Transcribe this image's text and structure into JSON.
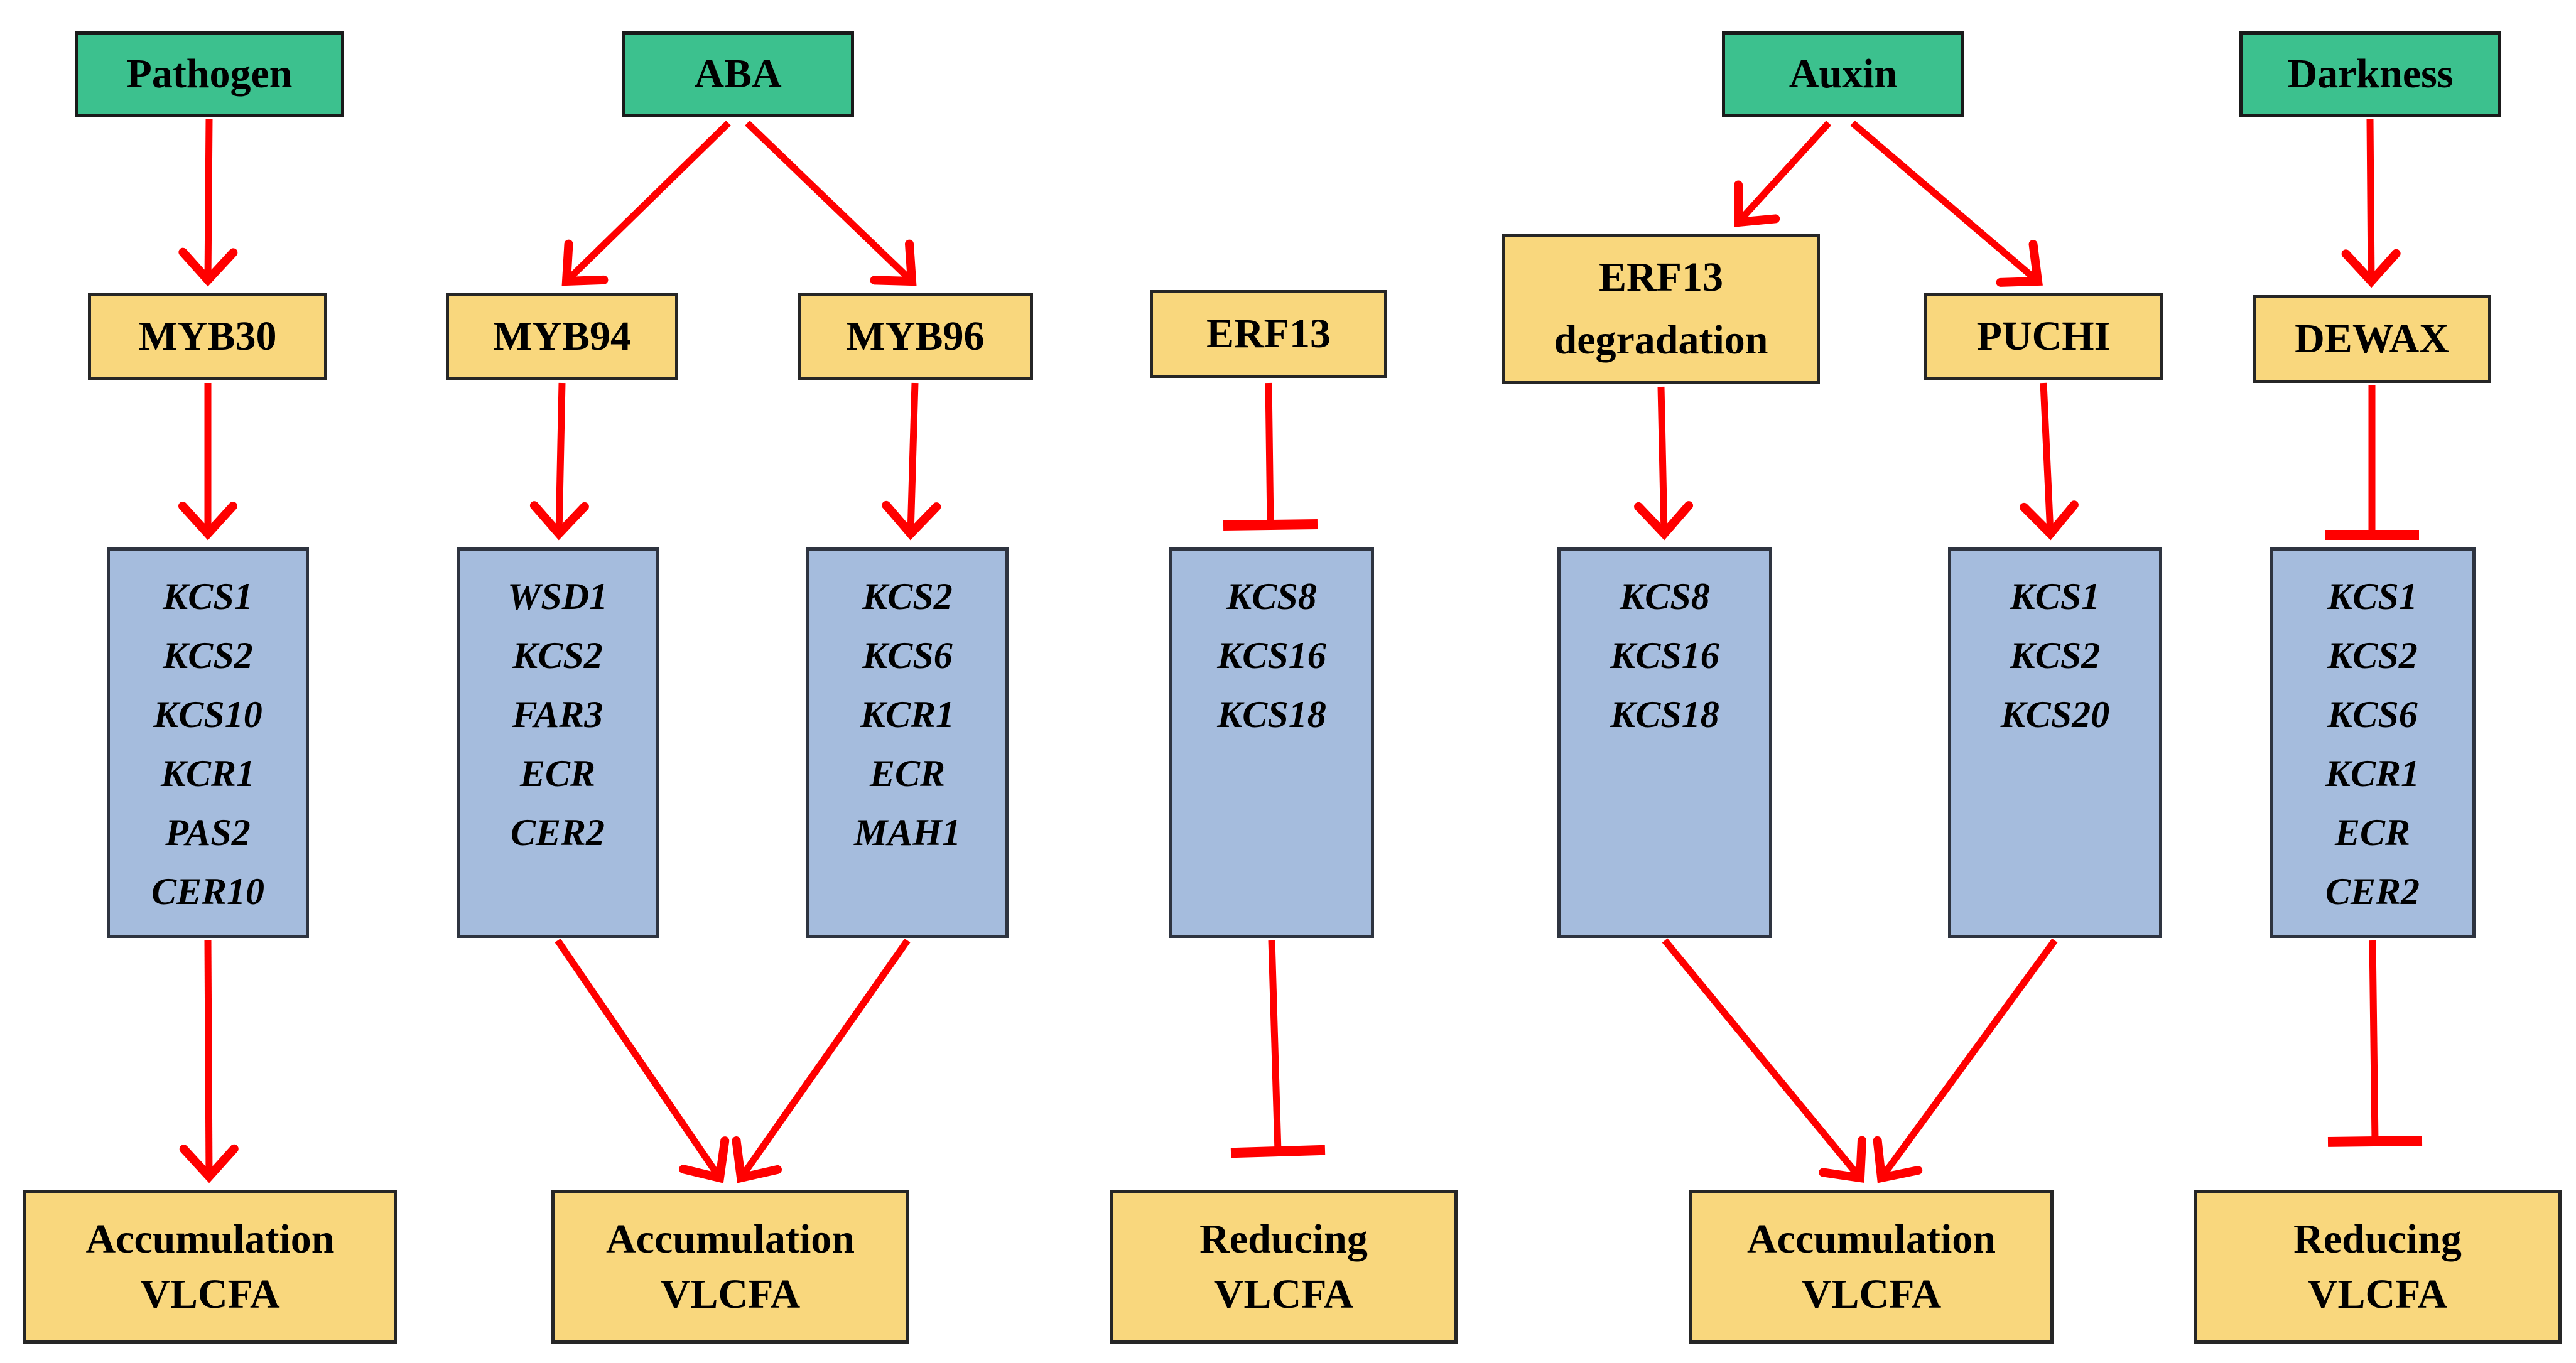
{
  "colors": {
    "stimulus_bg": "#3cc18e",
    "stimulus_border": "#1a1a1a",
    "factor_bg": "#f9d77d",
    "factor_border": "#262626",
    "genes_bg": "#a5bcdd",
    "genes_border": "#2e3440",
    "arrow": "#ff0000",
    "text": "#000000"
  },
  "nodes": {
    "pathogen": {
      "label": "Pathogen"
    },
    "aba": {
      "label": "ABA"
    },
    "auxin": {
      "label": "Auxin"
    },
    "darkness": {
      "label": "Darkness"
    },
    "myb30": {
      "label": "MYB30"
    },
    "myb94": {
      "label": "MYB94"
    },
    "myb96": {
      "label": "MYB96"
    },
    "erf13": {
      "label": "ERF13"
    },
    "erf13deg": {
      "line1": "ERF13",
      "line2": "degradation"
    },
    "puchi": {
      "label": "PUCHI"
    },
    "dewax": {
      "label": "DEWAX"
    },
    "genes_myb30": {
      "items": [
        "KCS1",
        "KCS2",
        "KCS10",
        "KCR1",
        "PAS2",
        "CER10"
      ]
    },
    "genes_myb94": {
      "items": [
        "WSD1",
        "KCS2",
        "FAR3",
        "ECR",
        "CER2"
      ]
    },
    "genes_myb96": {
      "items": [
        "KCS2",
        "KCS6",
        "KCR1",
        "ECR",
        "MAH1"
      ]
    },
    "genes_erf13": {
      "items": [
        "KCS8",
        "KCS16",
        "KCS18"
      ]
    },
    "genes_erf13deg": {
      "items": [
        "KCS8",
        "KCS16",
        "KCS18"
      ]
    },
    "genes_puchi": {
      "items": [
        "KCS1",
        "KCS2",
        "KCS20"
      ]
    },
    "genes_dewax": {
      "items": [
        "KCS1",
        "KCS2",
        "KCS6",
        "KCR1",
        "ECR",
        "CER2"
      ]
    },
    "out_pathogen": {
      "line1": "Accumulation",
      "line2": "VLCFA"
    },
    "out_aba": {
      "line1": "Accumulation",
      "line2": "VLCFA"
    },
    "out_erf13": {
      "line1": "Reducing",
      "line2": "VLCFA"
    },
    "out_auxin": {
      "line1": "Accumulation",
      "line2": "VLCFA"
    },
    "out_darkness": {
      "line1": "Reducing",
      "line2": "VLCFA"
    }
  },
  "edges": [
    {
      "from": "pathogen",
      "to": "myb30",
      "type": "activates"
    },
    {
      "from": "aba",
      "to": "myb94",
      "type": "activates"
    },
    {
      "from": "aba",
      "to": "myb96",
      "type": "activates"
    },
    {
      "from": "auxin",
      "to": "erf13deg",
      "type": "activates"
    },
    {
      "from": "auxin",
      "to": "puchi",
      "type": "activates"
    },
    {
      "from": "darkness",
      "to": "dewax",
      "type": "activates"
    },
    {
      "from": "myb30",
      "to": "genes_myb30",
      "type": "activates"
    },
    {
      "from": "myb94",
      "to": "genes_myb94",
      "type": "activates"
    },
    {
      "from": "myb96",
      "to": "genes_myb96",
      "type": "activates"
    },
    {
      "from": "erf13",
      "to": "genes_erf13",
      "type": "inhibits"
    },
    {
      "from": "erf13deg",
      "to": "genes_erf13deg",
      "type": "activates"
    },
    {
      "from": "puchi",
      "to": "genes_puchi",
      "type": "activates"
    },
    {
      "from": "dewax",
      "to": "genes_dewax",
      "type": "inhibits"
    },
    {
      "from": "genes_myb30",
      "to": "out_pathogen",
      "type": "activates"
    },
    {
      "from": "genes_myb94",
      "to": "out_aba",
      "type": "activates"
    },
    {
      "from": "genes_myb96",
      "to": "out_aba",
      "type": "activates"
    },
    {
      "from": "genes_erf13",
      "to": "out_erf13",
      "type": "inhibits"
    },
    {
      "from": "genes_erf13deg",
      "to": "out_auxin",
      "type": "activates"
    },
    {
      "from": "genes_puchi",
      "to": "out_auxin",
      "type": "activates"
    },
    {
      "from": "genes_dewax",
      "to": "out_darkness",
      "type": "inhibits"
    }
  ]
}
